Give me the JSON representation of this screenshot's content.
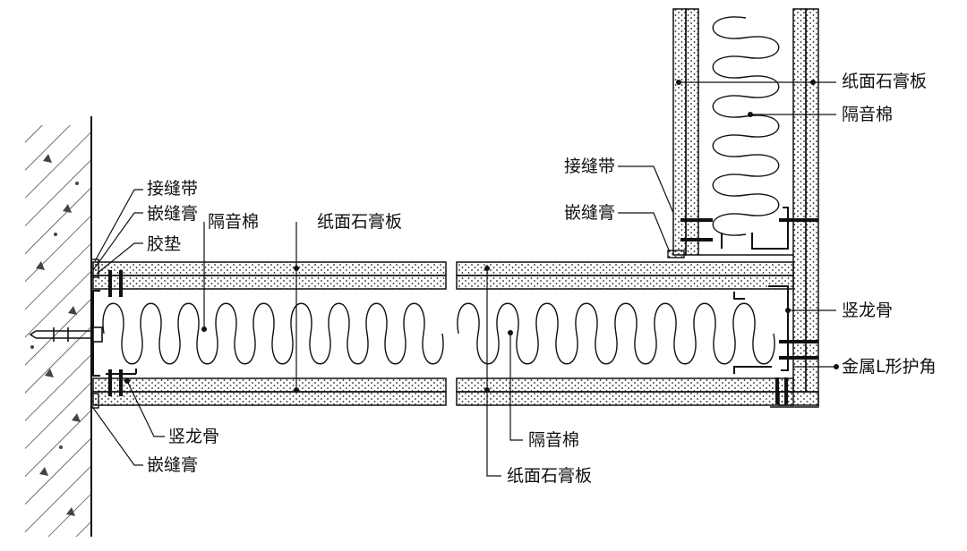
{
  "labels": {
    "joint_tape_left": "接缝带",
    "joint_compound_left_top": "嵌缝膏",
    "rubber_pad": "胶垫",
    "insulation_left": "隔音棉",
    "gypsum_board_left": "纸面石膏板",
    "stud_left": "竖龙骨",
    "joint_compound_left_bottom": "嵌缝膏",
    "gypsum_board_right_top": "纸面石膏板",
    "insulation_right_top": "隔音棉",
    "joint_tape_right": "接缝带",
    "joint_compound_right": "嵌缝膏",
    "stud_right": "竖龙骨",
    "metal_corner": "金属L形护角",
    "insulation_bottom": "隔音棉",
    "gypsum_board_bottom": "纸面石膏板"
  }
}
